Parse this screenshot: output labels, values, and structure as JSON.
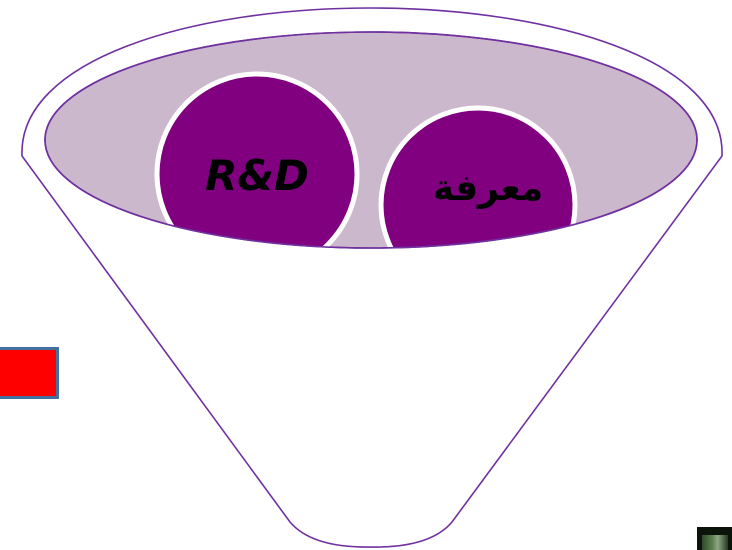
{
  "funnel": {
    "outline_color": "#7030a0",
    "inner_fill": "#ccb8cc",
    "body_fill": "#ffffff"
  },
  "balls": [
    {
      "label": "R&D",
      "fill": "#800080",
      "label_style": "bold-italic"
    },
    {
      "label": "معرفة",
      "fill": "#800080",
      "label_style": "bold"
    }
  ],
  "red_box": {
    "fill": "#ff0000",
    "border": "#41719c"
  },
  "corner_thumbnail": {
    "icon": "photo-thumbnail-icon"
  }
}
